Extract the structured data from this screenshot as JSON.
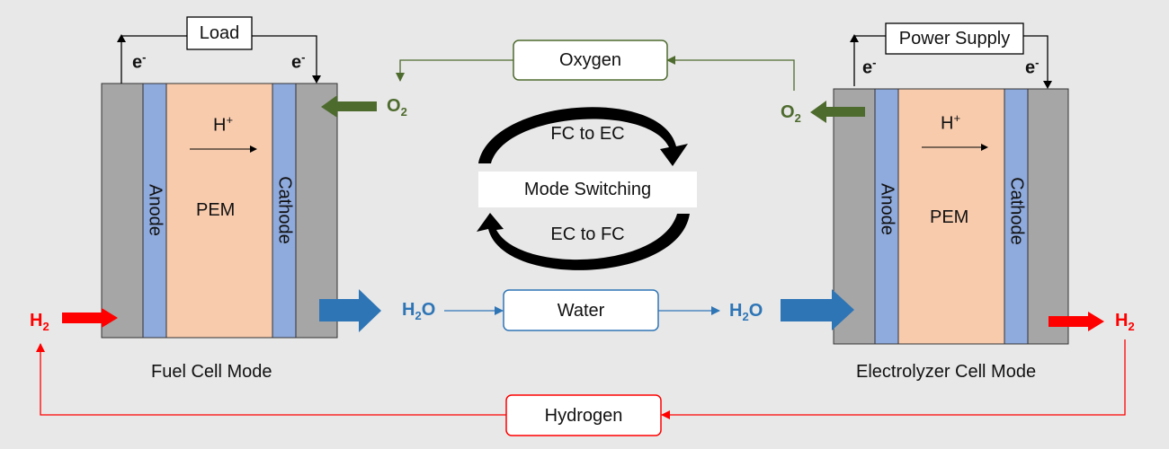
{
  "colors": {
    "background": "#e8e8e8",
    "electrode_gray": "#a6a6a6",
    "membrane_blue": "#8faadc",
    "pem_peach": "#f8cbad",
    "oxygen_green": "#4e6b2e",
    "water_blue": "#2e75b6",
    "hydrogen_red": "#ff0000"
  },
  "fuel_cell": {
    "caption": "Fuel Cell Mode",
    "anode": "Anode",
    "pem": "PEM",
    "cathode": "Cathode",
    "proton": "H",
    "proton_sup": "+",
    "load": "Load",
    "electron": "e",
    "electron_sup": "-"
  },
  "electrolyzer": {
    "caption": "Electrolyzer Cell Mode",
    "anode": "Anode",
    "pem": "PEM",
    "cathode": "Cathode",
    "proton": "H",
    "proton_sup": "+",
    "power_supply": "Power Supply",
    "electron": "e",
    "electron_sup": "-"
  },
  "center": {
    "fc_to_ec": "FC to EC",
    "mode_switching": "Mode Switching",
    "ec_to_fc": "EC to FC"
  },
  "streams": {
    "oxygen": "Oxygen",
    "water": "Water",
    "hydrogen": "Hydrogen"
  },
  "chem": {
    "o2_main": "O",
    "o2_sub": "2",
    "h2o_h": "H",
    "h2o_sub": "2",
    "h2o_o": "O",
    "h2_main": "H",
    "h2_sub": "2"
  }
}
